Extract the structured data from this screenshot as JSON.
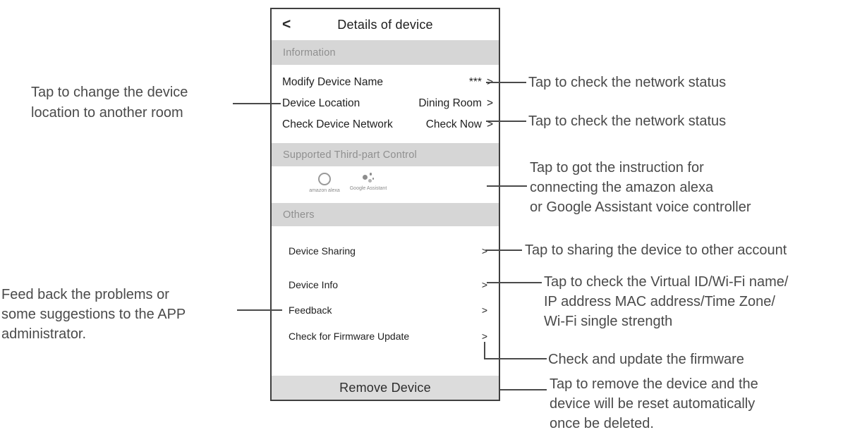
{
  "phone": {
    "header": {
      "back_glyph": "<",
      "title": "Details of device"
    },
    "information": {
      "label": "Information",
      "rows": [
        {
          "label": "Modify Device Name",
          "value": "***",
          "chevron": ">"
        },
        {
          "label": "Device Location",
          "value": "Dining Room",
          "chevron": ">"
        },
        {
          "label": "Check Device Network",
          "value": "Check Now",
          "chevron": ">"
        }
      ]
    },
    "third_party": {
      "label": "Supported Third-part Control",
      "items": [
        {
          "label": "amazon alexa",
          "icon": "amazon-alexa-icon"
        },
        {
          "label": "Google Assistant",
          "icon": "google-assistant-icon"
        }
      ]
    },
    "others": {
      "label": "Others",
      "rows": [
        {
          "label": "Device Sharing",
          "chevron": ">"
        },
        {
          "label": "Device Info",
          "chevron": ">"
        },
        {
          "label": "Feedback",
          "chevron": ">"
        },
        {
          "label": "Check for Firmware Update",
          "chevron": ">"
        }
      ]
    },
    "remove_label": "Remove Device"
  },
  "annotations": {
    "left_room": {
      "lines": [
        "Tap to change the device",
        "location to another room"
      ]
    },
    "left_feedback": {
      "lines": [
        "Feed back the problems or",
        "some suggestions to the APP",
        "administrator."
      ]
    },
    "right_network_modify": "Tap to check the network status",
    "right_network_check": "Tap to check the network status",
    "right_voice": {
      "lines": [
        "Tap to got the instruction for",
        "connecting the amazon alexa",
        "or Google Assistant voice controller"
      ]
    },
    "right_sharing": "Tap to sharing the device to other account",
    "right_device_info": {
      "lines": [
        "Tap to check the Virtual ID/Wi-Fi name/",
        "IP address MAC address/Time Zone/",
        "Wi-Fi single strength"
      ]
    },
    "right_firmware": "Check and update the firmware",
    "right_remove": {
      "lines": [
        "Tap to remove the device and the",
        "device will be reset automatically",
        "once be deleted."
      ]
    }
  },
  "colors": {
    "section_bar": "#d6d6d6",
    "section_label": "#8f8f8f",
    "row_text": "#1f1f1f",
    "phone_border": "#3f3f3f",
    "connector_line": "#4a4a4a",
    "annotation_text": "#4a4a4a",
    "icon_gray": "#8d8d8d"
  }
}
